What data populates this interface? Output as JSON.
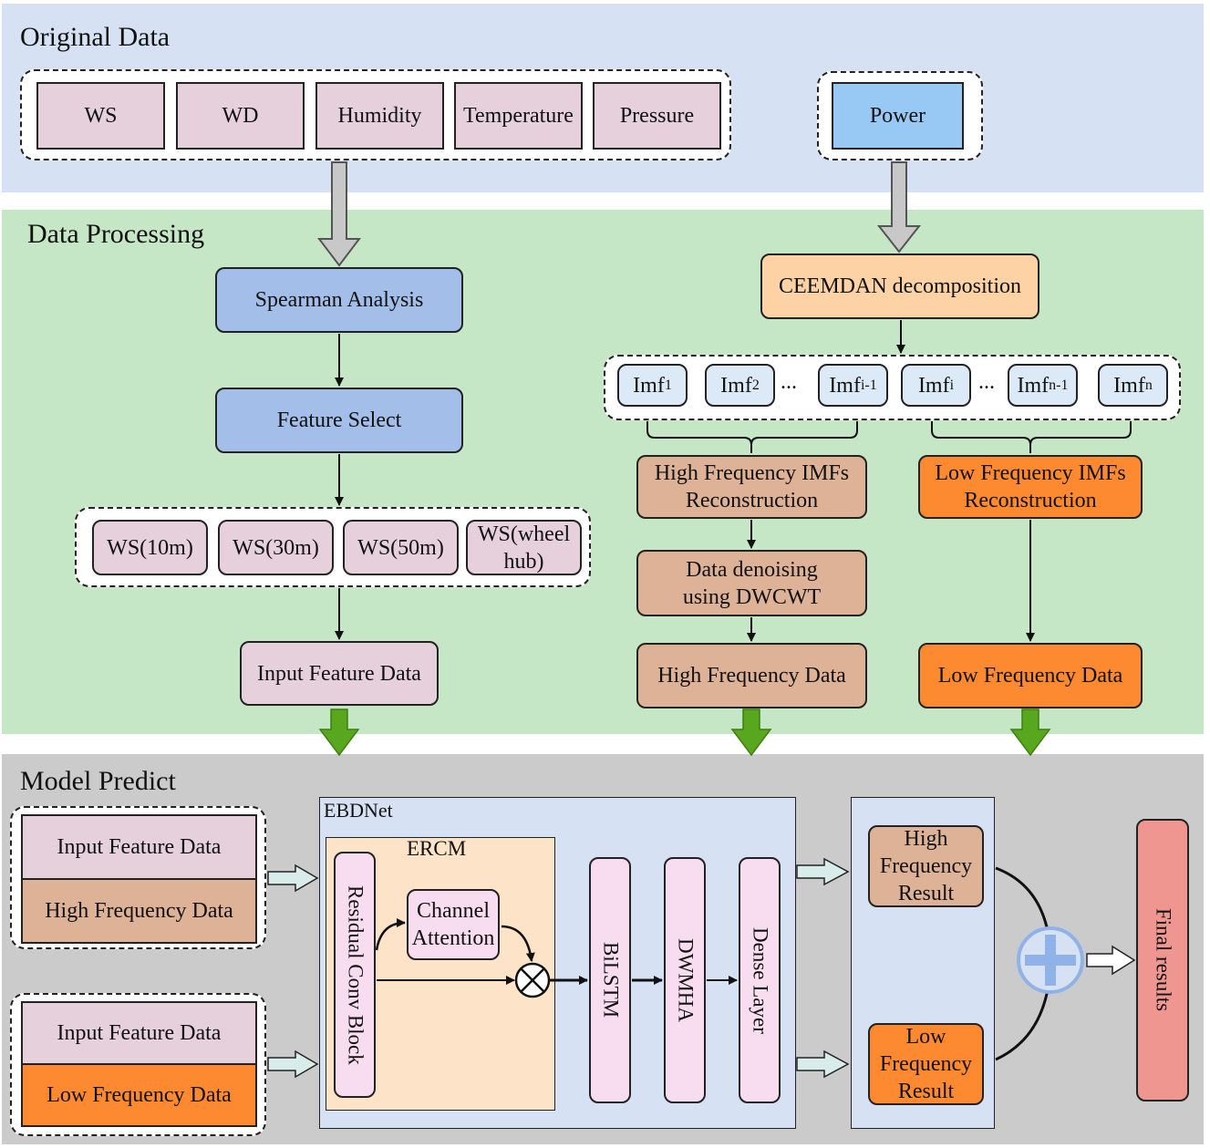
{
  "sections": {
    "original": "Original Data",
    "processing": "Data Processing",
    "predict": "Model Predict"
  },
  "original_inputs": [
    "WS",
    "WD",
    "Humidity",
    "Temperature",
    "Pressure"
  ],
  "power": "Power",
  "left_flow": {
    "spearman": "Spearman Analysis",
    "feature_select": "Feature Select",
    "ws_features": [
      "WS(10m)",
      "WS(30m)",
      "WS(50m)",
      "WS(wheel hub)"
    ],
    "input_feature_data": "Input Feature Data"
  },
  "right_flow": {
    "ceemdan": "CEEMDAN decomposition",
    "imfs": [
      {
        "base": "Imf",
        "sub": "1"
      },
      {
        "base": "Imf",
        "sub": "2"
      },
      {
        "base": "Imf",
        "sub": "i-1"
      },
      {
        "base": "Imf",
        "sub": "i"
      },
      {
        "base": "Imf",
        "sub": "n-1"
      },
      {
        "base": "Imf",
        "sub": "n"
      }
    ],
    "ellipsis": "...",
    "high_recon": "High Frequency IMFs Reconstruction",
    "low_recon": "Low Frequency IMFs Reconstruction",
    "denoise": "Data denoising using DWCWT",
    "high_data": "High Frequency Data",
    "low_data": "Low Frequency Data"
  },
  "predict": {
    "group1": [
      "Input Feature Data",
      "High Frequency Data"
    ],
    "group2": [
      "Input Feature Data",
      "Low Frequency Data"
    ],
    "ebdnet": "EBDNet",
    "ercm": "ERCM",
    "residual": "Residual Conv Block",
    "channel_attention": "Channel Attention",
    "bilstm": "BiLSTM",
    "dwmha": "DWMHA",
    "dense": "Dense Layer",
    "high_result": "High Frequency Result",
    "low_result": "Low Frequency Result",
    "final": "Final results"
  },
  "colors": {
    "original_bg": "#d6e2f3",
    "processing_bg": "#c5e7c6",
    "predict_bg": "#cbcbcb",
    "pink": "#e5d0dc",
    "power_blue": "#97c9f4",
    "spearman_blue": "#a3bfe9",
    "ceemdan_orange": "#fdd3a6",
    "imf_blue": "#dceaf8",
    "tan": "#deb296",
    "orange": "#fd8a31",
    "ercm_bg": "#fde3c8",
    "layer_pink": "#f8dcef",
    "final_red": "#ef9691",
    "green_arrow": "#59a61f",
    "plus_blue": "#8fb3e8"
  }
}
